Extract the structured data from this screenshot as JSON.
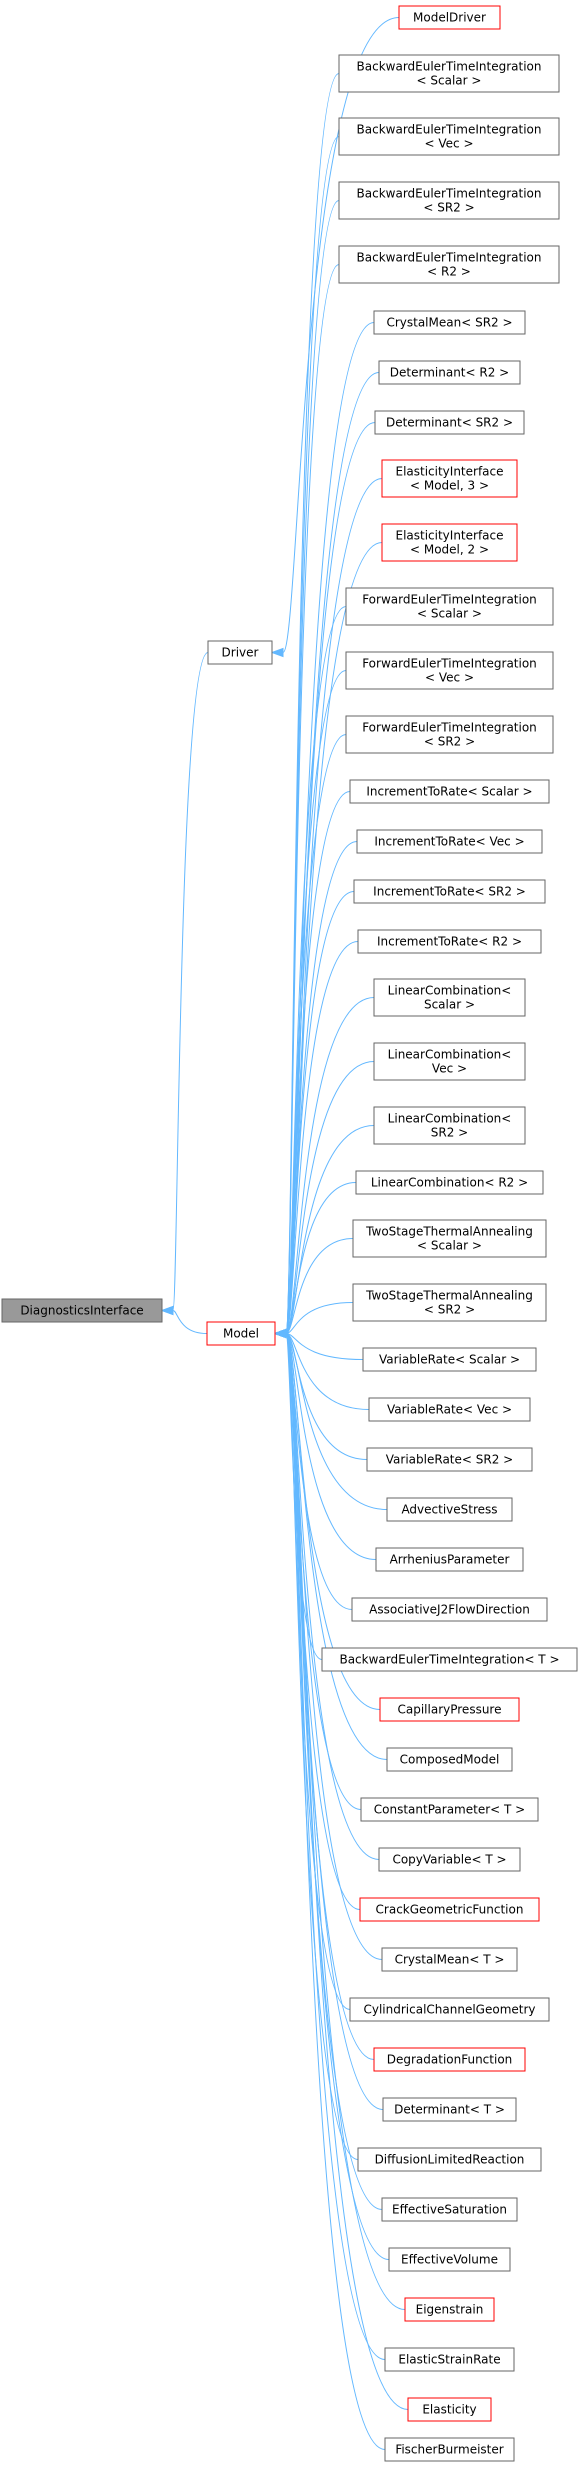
{
  "diagram": {
    "type": "inheritance-graph",
    "edge_color": "#63b8ff",
    "node_border": "#666666",
    "highlight_border": "#ff0000",
    "root_fill": "#999999",
    "nodes": [
      {
        "id": "DiagnosticsInterface",
        "lines": [
          "DiagnosticsInterface"
        ],
        "style": "gray"
      },
      {
        "id": "Driver",
        "lines": [
          "Driver"
        ],
        "style": "normal"
      },
      {
        "id": "Model",
        "lines": [
          "Model"
        ],
        "style": "red"
      },
      {
        "id": "ModelDriver",
        "lines": [
          "ModelDriver"
        ],
        "style": "red"
      },
      {
        "id": "BETI_Scalar",
        "lines": [
          "BackwardEulerTimeIntegration",
          "< Scalar >"
        ],
        "style": "normal"
      },
      {
        "id": "BETI_Vec",
        "lines": [
          "BackwardEulerTimeIntegration",
          "< Vec >"
        ],
        "style": "normal"
      },
      {
        "id": "BETI_SR2",
        "lines": [
          "BackwardEulerTimeIntegration",
          "< SR2 >"
        ],
        "style": "normal"
      },
      {
        "id": "BETI_R2",
        "lines": [
          "BackwardEulerTimeIntegration",
          "< R2 >"
        ],
        "style": "normal"
      },
      {
        "id": "CrystalMean_SR2",
        "lines": [
          "CrystalMean< SR2 >"
        ],
        "style": "normal"
      },
      {
        "id": "Determinant_R2",
        "lines": [
          "Determinant< R2 >"
        ],
        "style": "normal"
      },
      {
        "id": "Determinant_SR2",
        "lines": [
          "Determinant< SR2 >"
        ],
        "style": "normal"
      },
      {
        "id": "EI_3",
        "lines": [
          "ElasticityInterface",
          "< Model, 3 >"
        ],
        "style": "red"
      },
      {
        "id": "EI_2",
        "lines": [
          "ElasticityInterface",
          "< Model, 2 >"
        ],
        "style": "red"
      },
      {
        "id": "FETI_Scalar",
        "lines": [
          "ForwardEulerTimeIntegration",
          "< Scalar >"
        ],
        "style": "normal"
      },
      {
        "id": "FETI_Vec",
        "lines": [
          "ForwardEulerTimeIntegration",
          "< Vec >"
        ],
        "style": "normal"
      },
      {
        "id": "FETI_SR2",
        "lines": [
          "ForwardEulerTimeIntegration",
          "< SR2 >"
        ],
        "style": "normal"
      },
      {
        "id": "ITR_Scalar",
        "lines": [
          "IncrementToRate< Scalar >"
        ],
        "style": "normal"
      },
      {
        "id": "ITR_Vec",
        "lines": [
          "IncrementToRate< Vec >"
        ],
        "style": "normal"
      },
      {
        "id": "ITR_SR2",
        "lines": [
          "IncrementToRate< SR2 >"
        ],
        "style": "normal"
      },
      {
        "id": "ITR_R2",
        "lines": [
          "IncrementToRate< R2 >"
        ],
        "style": "normal"
      },
      {
        "id": "LC_Scalar",
        "lines": [
          "LinearCombination<",
          "Scalar >"
        ],
        "style": "normal"
      },
      {
        "id": "LC_Vec",
        "lines": [
          "LinearCombination<",
          "Vec >"
        ],
        "style": "normal"
      },
      {
        "id": "LC_SR2",
        "lines": [
          "LinearCombination<",
          "SR2 >"
        ],
        "style": "normal"
      },
      {
        "id": "LC_R2",
        "lines": [
          "LinearCombination< R2 >"
        ],
        "style": "normal"
      },
      {
        "id": "TSTA_Scalar",
        "lines": [
          "TwoStageThermalAnnealing",
          "< Scalar >"
        ],
        "style": "normal"
      },
      {
        "id": "TSTA_SR2",
        "lines": [
          "TwoStageThermalAnnealing",
          "< SR2 >"
        ],
        "style": "normal"
      },
      {
        "id": "VR_Scalar",
        "lines": [
          "VariableRate< Scalar >"
        ],
        "style": "normal"
      },
      {
        "id": "VR_Vec",
        "lines": [
          "VariableRate< Vec >"
        ],
        "style": "normal"
      },
      {
        "id": "VR_SR2",
        "lines": [
          "VariableRate< SR2 >"
        ],
        "style": "normal"
      },
      {
        "id": "AdvectiveStress",
        "lines": [
          "AdvectiveStress"
        ],
        "style": "normal"
      },
      {
        "id": "ArrheniusParameter",
        "lines": [
          "ArrheniusParameter"
        ],
        "style": "normal"
      },
      {
        "id": "AJ2FD",
        "lines": [
          "AssociativeJ2FlowDirection"
        ],
        "style": "normal"
      },
      {
        "id": "BETI_T",
        "lines": [
          "BackwardEulerTimeIntegration< T >"
        ],
        "style": "normal"
      },
      {
        "id": "CapillaryPressure",
        "lines": [
          "CapillaryPressure"
        ],
        "style": "red"
      },
      {
        "id": "ComposedModel",
        "lines": [
          "ComposedModel"
        ],
        "style": "normal"
      },
      {
        "id": "ConstantParameter_T",
        "lines": [
          "ConstantParameter< T >"
        ],
        "style": "normal"
      },
      {
        "id": "CopyVariable_T",
        "lines": [
          "CopyVariable< T >"
        ],
        "style": "normal"
      },
      {
        "id": "CrackGeometricFunction",
        "lines": [
          "CrackGeometricFunction"
        ],
        "style": "red"
      },
      {
        "id": "CrystalMean_T",
        "lines": [
          "CrystalMean< T >"
        ],
        "style": "normal"
      },
      {
        "id": "CCG",
        "lines": [
          "CylindricalChannelGeometry"
        ],
        "style": "normal"
      },
      {
        "id": "DegradationFunction",
        "lines": [
          "DegradationFunction"
        ],
        "style": "red"
      },
      {
        "id": "Determinant_T",
        "lines": [
          "Determinant< T >"
        ],
        "style": "normal"
      },
      {
        "id": "DiffusionLimitedReaction",
        "lines": [
          "DiffusionLimitedReaction"
        ],
        "style": "normal"
      },
      {
        "id": "EffectiveSaturation",
        "lines": [
          "EffectiveSaturation"
        ],
        "style": "normal"
      },
      {
        "id": "EffectiveVolume",
        "lines": [
          "EffectiveVolume"
        ],
        "style": "normal"
      },
      {
        "id": "Eigenstrain",
        "lines": [
          "Eigenstrain"
        ],
        "style": "red"
      },
      {
        "id": "ElasticStrainRate",
        "lines": [
          "ElasticStrainRate"
        ],
        "style": "normal"
      },
      {
        "id": "Elasticity",
        "lines": [
          "Elasticity"
        ],
        "style": "red"
      },
      {
        "id": "FischerBurmeister",
        "lines": [
          "FischerBurmeister"
        ],
        "style": "normal"
      }
    ],
    "edges": [
      {
        "from": "Driver",
        "to": "DiagnosticsInterface"
      },
      {
        "from": "Model",
        "to": "DiagnosticsInterface"
      },
      {
        "from": "ModelDriver",
        "to": "Driver"
      },
      {
        "from": "BETI_Scalar",
        "to": "Model"
      },
      {
        "from": "BETI_Vec",
        "to": "Model"
      },
      {
        "from": "BETI_SR2",
        "to": "Model"
      },
      {
        "from": "BETI_R2",
        "to": "Model"
      },
      {
        "from": "CrystalMean_SR2",
        "to": "Model"
      },
      {
        "from": "Determinant_R2",
        "to": "Model"
      },
      {
        "from": "Determinant_SR2",
        "to": "Model"
      },
      {
        "from": "EI_3",
        "to": "Model"
      },
      {
        "from": "EI_2",
        "to": "Model"
      },
      {
        "from": "FETI_Scalar",
        "to": "Model"
      },
      {
        "from": "FETI_Vec",
        "to": "Model"
      },
      {
        "from": "FETI_SR2",
        "to": "Model"
      },
      {
        "from": "ITR_Scalar",
        "to": "Model"
      },
      {
        "from": "ITR_Vec",
        "to": "Model"
      },
      {
        "from": "ITR_SR2",
        "to": "Model"
      },
      {
        "from": "ITR_R2",
        "to": "Model"
      },
      {
        "from": "LC_Scalar",
        "to": "Model"
      },
      {
        "from": "LC_Vec",
        "to": "Model"
      },
      {
        "from": "LC_SR2",
        "to": "Model"
      },
      {
        "from": "LC_R2",
        "to": "Model"
      },
      {
        "from": "TSTA_Scalar",
        "to": "Model"
      },
      {
        "from": "TSTA_SR2",
        "to": "Model"
      },
      {
        "from": "VR_Scalar",
        "to": "Model"
      },
      {
        "from": "VR_Vec",
        "to": "Model"
      },
      {
        "from": "VR_SR2",
        "to": "Model"
      },
      {
        "from": "AdvectiveStress",
        "to": "Model"
      },
      {
        "from": "ArrheniusParameter",
        "to": "Model"
      },
      {
        "from": "AJ2FD",
        "to": "Model"
      },
      {
        "from": "BETI_T",
        "to": "Model"
      },
      {
        "from": "CapillaryPressure",
        "to": "Model"
      },
      {
        "from": "ComposedModel",
        "to": "Model"
      },
      {
        "from": "ConstantParameter_T",
        "to": "Model"
      },
      {
        "from": "CopyVariable_T",
        "to": "Model"
      },
      {
        "from": "CrackGeometricFunction",
        "to": "Model"
      },
      {
        "from": "CrystalMean_T",
        "to": "Model"
      },
      {
        "from": "CCG",
        "to": "Model"
      },
      {
        "from": "DegradationFunction",
        "to": "Model"
      },
      {
        "from": "Determinant_T",
        "to": "Model"
      },
      {
        "from": "DiffusionLimitedReaction",
        "to": "Model"
      },
      {
        "from": "EffectiveSaturation",
        "to": "Model"
      },
      {
        "from": "EffectiveVolume",
        "to": "Model"
      },
      {
        "from": "Eigenstrain",
        "to": "Model"
      },
      {
        "from": "ElasticStrainRate",
        "to": "Model"
      },
      {
        "from": "Elasticity",
        "to": "Model"
      },
      {
        "from": "FischerBurmeister",
        "to": "Model"
      }
    ]
  }
}
